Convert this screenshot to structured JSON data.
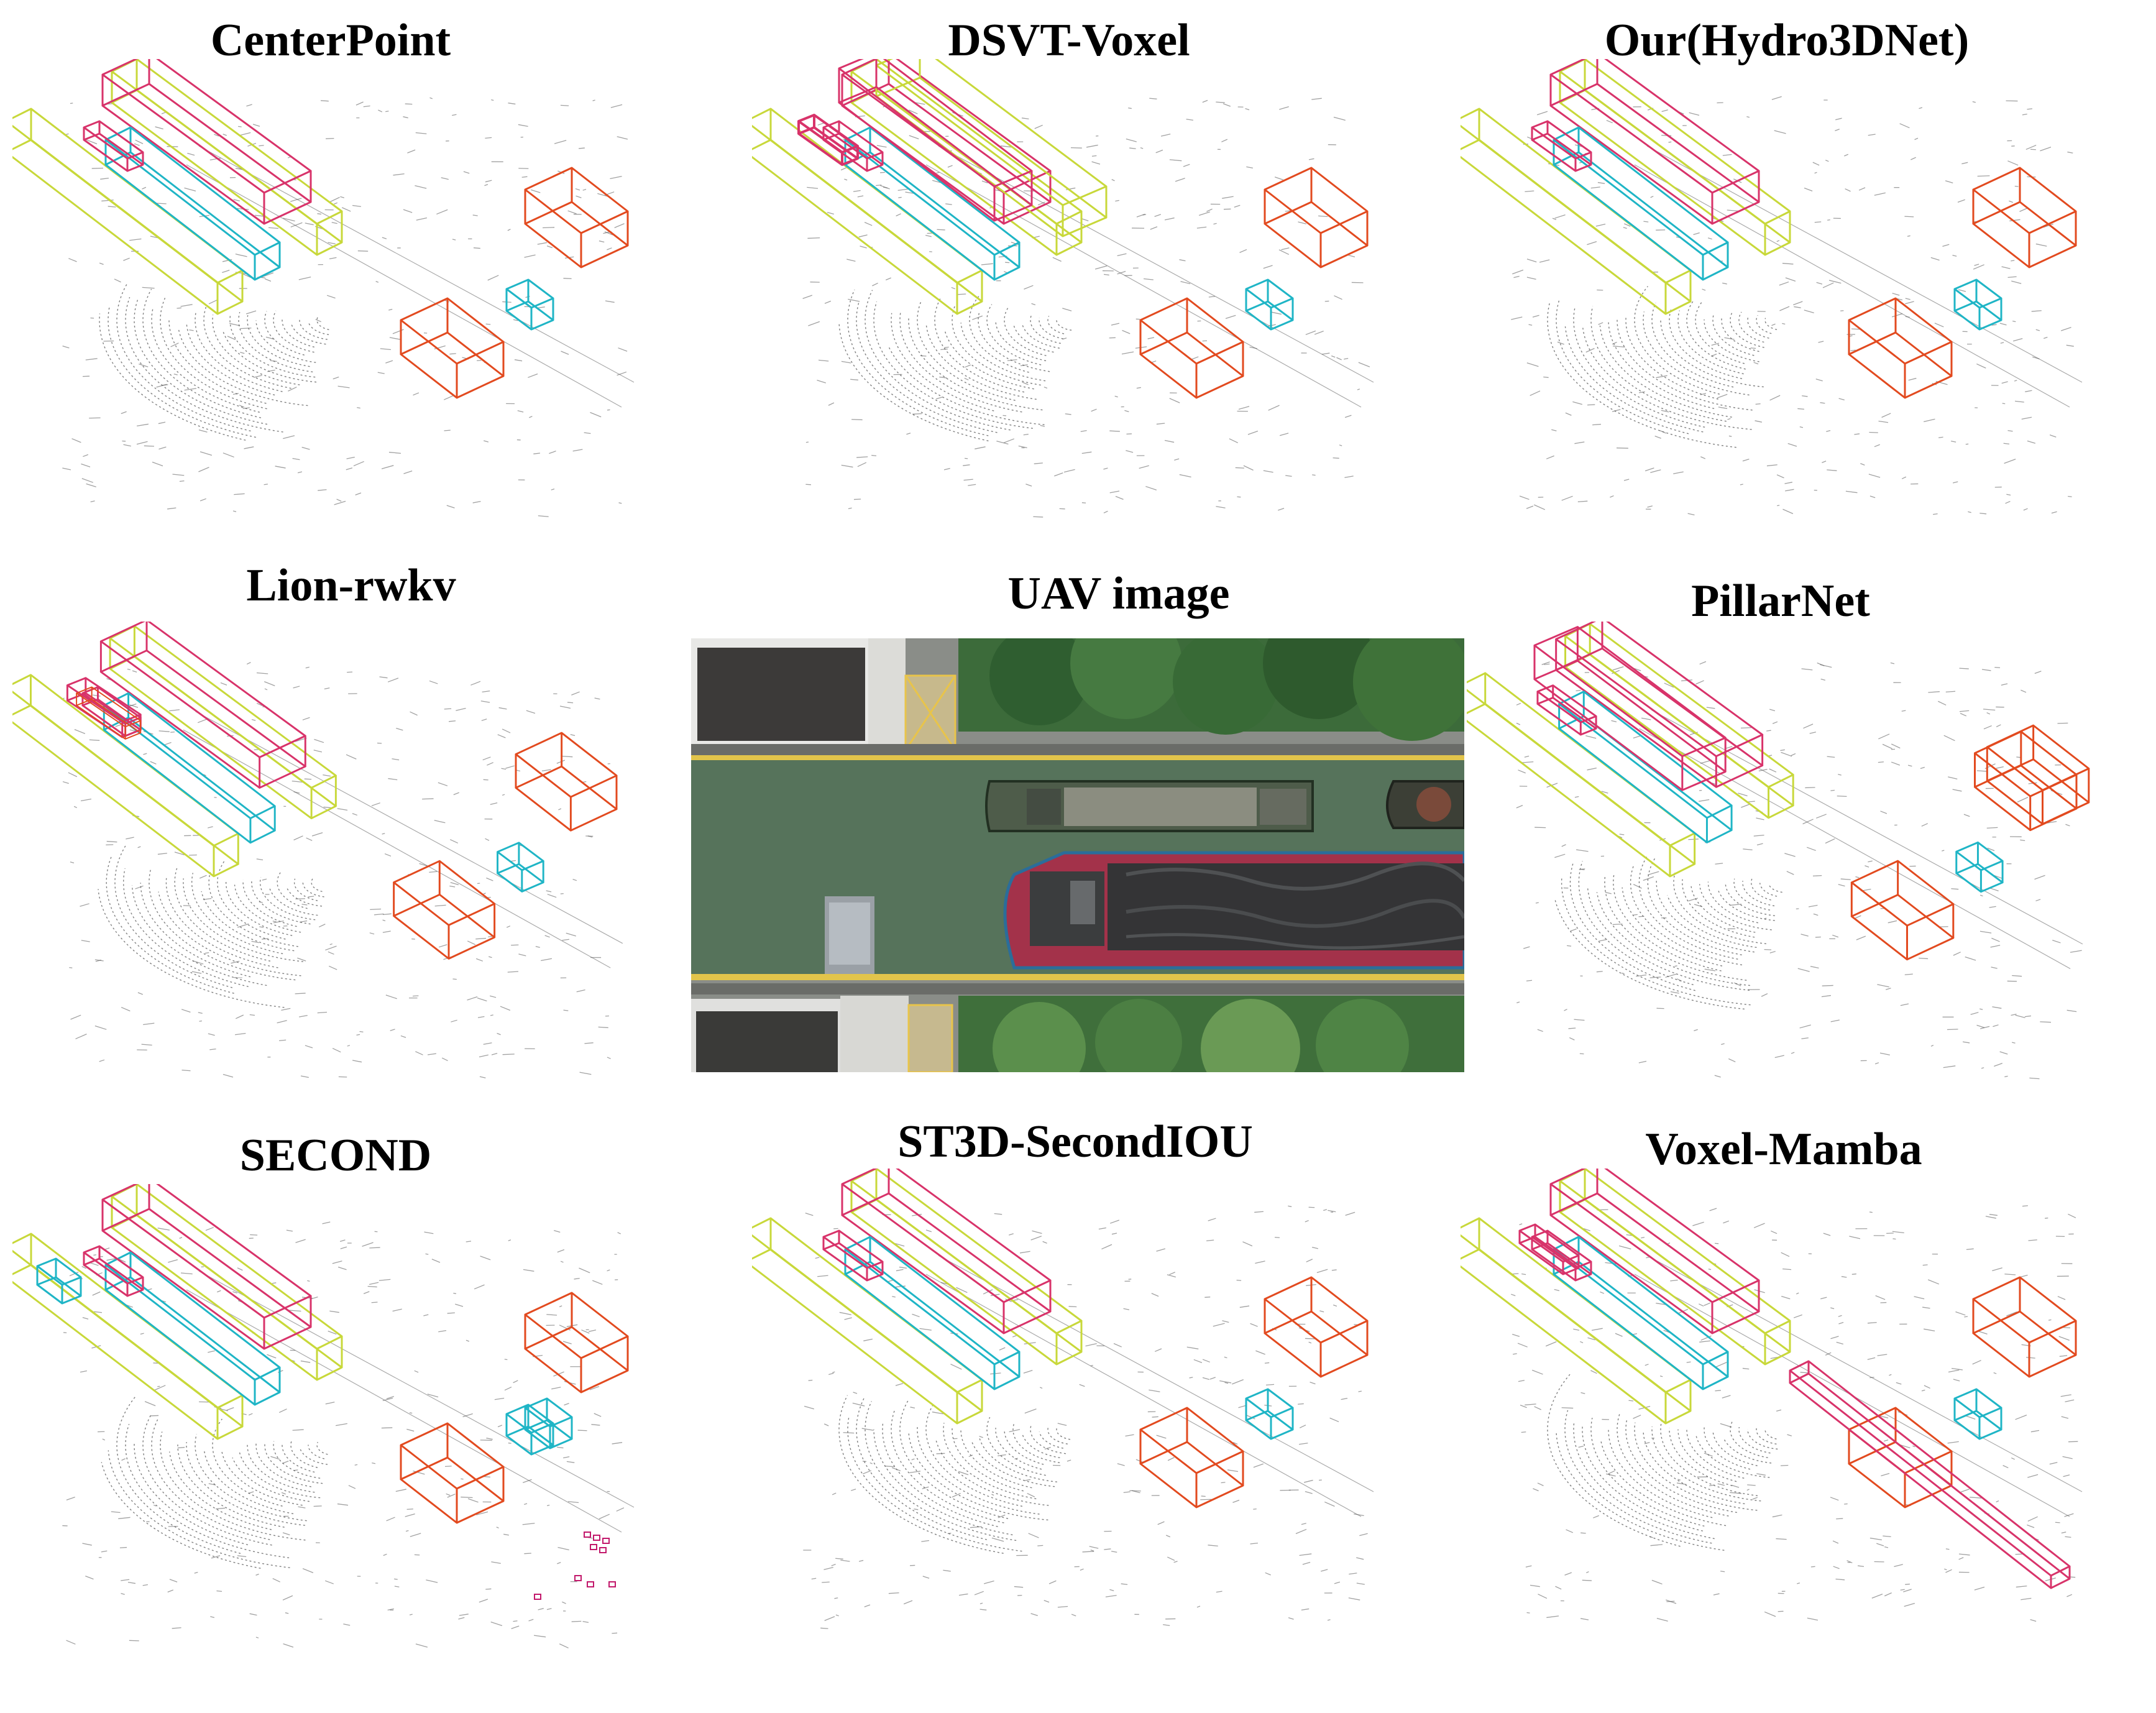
{
  "panels": [
    {
      "id": "centerpoint",
      "title": "CenterPoint"
    },
    {
      "id": "dsvt",
      "title": "DSVT-Voxel"
    },
    {
      "id": "hydro3dnet",
      "title": "Our(Hydro3DNet)"
    },
    {
      "id": "lion",
      "title": "Lion-rwkv"
    },
    {
      "id": "uav",
      "title": "UAV image"
    },
    {
      "id": "pillarnet",
      "title": "PillarNet"
    },
    {
      "id": "second",
      "title": "SECOND"
    },
    {
      "id": "st3d",
      "title": "ST3D-SecondIOU"
    },
    {
      "id": "voxelmamba",
      "title": "Voxel-Mamba"
    }
  ],
  "colors": {
    "large_ship_box": "#c8d83a",
    "ship_box": "#d8336a",
    "small_box": "#e24a1f",
    "cyan_box": "#1fb5c6",
    "point_cloud": "#555555",
    "water": "#4d6b54",
    "hull_red": "#a8324a",
    "vegetation": "#3b6f3a"
  }
}
